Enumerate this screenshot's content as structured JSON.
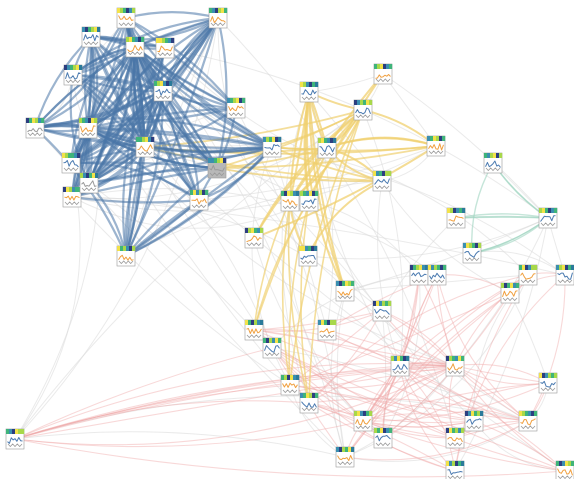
{
  "graph": {
    "palette": {
      "cluster_blue": "#4a76a8",
      "cluster_yellow": "#f0d070",
      "cluster_red": "#f0a8a8",
      "cluster_teal": "#9fd4c0",
      "cluster_grey": "#d8d8d8",
      "glyph_orange": "#f0a040",
      "glyph_blue": "#4a7ab0",
      "glyph_grey": "#9a9a9a",
      "strip": [
        "#2c3e80",
        "#3a8fb0",
        "#3fb47a",
        "#a8d84a",
        "#f2e24a",
        "#2a7a9a"
      ],
      "selected_fill": "#b8b8b8"
    },
    "nodes": [
      {
        "id": "n1",
        "cluster": "blue",
        "series": "orange",
        "strip": [
          4,
          3,
          2,
          0,
          1,
          3
        ]
      },
      {
        "id": "n2",
        "cluster": "blue",
        "series": "orange",
        "strip": [
          2,
          1,
          0,
          3,
          4,
          2
        ]
      },
      {
        "id": "n3",
        "cluster": "blue",
        "series": "blue",
        "strip": [
          1,
          0,
          2,
          3,
          4,
          5
        ]
      },
      {
        "id": "n4",
        "cluster": "blue",
        "series": "orange",
        "strip": [
          3,
          4,
          2,
          1,
          0,
          2
        ]
      },
      {
        "id": "n5",
        "cluster": "blue",
        "series": "blue",
        "strip": [
          0,
          1,
          2,
          3,
          4,
          5
        ]
      },
      {
        "id": "n6",
        "cluster": "blue",
        "series": "orange",
        "strip": [
          4,
          4,
          3,
          2,
          1,
          0
        ]
      },
      {
        "id": "n7",
        "cluster": "blue",
        "series": "blue",
        "strip": [
          2,
          3,
          4,
          1,
          0,
          5
        ]
      },
      {
        "id": "n8",
        "cluster": "blue",
        "series": "orange",
        "strip": [
          1,
          2,
          3,
          4,
          0,
          2
        ]
      },
      {
        "id": "n9",
        "cluster": "blue",
        "series": "grey",
        "strip": [
          0,
          2,
          4,
          3,
          1,
          2
        ]
      },
      {
        "id": "n10",
        "cluster": "blue",
        "series": "orange",
        "strip": [
          3,
          2,
          1,
          0,
          4,
          3
        ]
      },
      {
        "id": "n11",
        "cluster": "blue",
        "series": "blue",
        "strip": [
          4,
          3,
          2,
          2,
          1,
          0
        ]
      },
      {
        "id": "n12",
        "cluster": "blue",
        "series": "orange",
        "strip": [
          2,
          2,
          3,
          4,
          1,
          0
        ]
      },
      {
        "id": "n13",
        "cluster": "blue",
        "series": "blue",
        "strip": [
          1,
          3,
          2,
          4,
          0,
          5
        ]
      },
      {
        "id": "n14",
        "cluster": "blue",
        "series": "orange",
        "strip": [
          0,
          4,
          3,
          1,
          2,
          2
        ]
      },
      {
        "id": "n15",
        "cluster": "blue",
        "series": "grey",
        "strip": [
          3,
          1,
          0,
          2,
          4,
          5
        ]
      },
      {
        "id": "n16",
        "cluster": "blue",
        "series": "orange",
        "strip": [
          2,
          4,
          1,
          3,
          0,
          2
        ]
      },
      {
        "id": "n17",
        "cluster": "blue",
        "series": "orange",
        "strip": [
          4,
          2,
          3,
          1,
          0,
          3
        ]
      },
      {
        "id": "n18",
        "cluster": "blue",
        "series": "grey",
        "strip": [
          1,
          1,
          2,
          3,
          4,
          0
        ],
        "selected": true
      },
      {
        "id": "n19",
        "cluster": "yellow",
        "series": "blue",
        "strip": [
          4,
          3,
          1,
          0,
          2,
          5
        ]
      },
      {
        "id": "n20",
        "cluster": "yellow",
        "series": "orange",
        "strip": [
          2,
          3,
          4,
          0,
          1,
          2
        ]
      },
      {
        "id": "n21",
        "cluster": "yellow",
        "series": "blue",
        "strip": [
          0,
          1,
          3,
          2,
          4,
          3
        ]
      },
      {
        "id": "n22",
        "cluster": "yellow",
        "series": "blue",
        "strip": [
          3,
          4,
          2,
          1,
          0,
          5
        ]
      },
      {
        "id": "n23",
        "cluster": "yellow",
        "series": "orange",
        "strip": [
          1,
          2,
          4,
          3,
          0,
          2
        ]
      },
      {
        "id": "n24",
        "cluster": "yellow",
        "series": "blue",
        "strip": [
          4,
          1,
          2,
          0,
          3,
          3
        ]
      },
      {
        "id": "n25",
        "cluster": "yellow",
        "series": "orange",
        "strip": [
          2,
          0,
          4,
          3,
          1,
          5
        ]
      },
      {
        "id": "n26",
        "cluster": "yellow",
        "series": "blue",
        "strip": [
          3,
          2,
          1,
          4,
          0,
          2
        ]
      },
      {
        "id": "n27",
        "cluster": "yellow",
        "series": "orange",
        "strip": [
          0,
          3,
          4,
          2,
          1,
          3
        ]
      },
      {
        "id": "n28",
        "cluster": "yellow",
        "series": "blue",
        "strip": [
          4,
          4,
          1,
          2,
          0,
          5
        ]
      },
      {
        "id": "n29",
        "cluster": "yellow",
        "series": "orange",
        "strip": [
          1,
          0,
          2,
          4,
          3,
          2
        ]
      },
      {
        "id": "n30",
        "cluster": "teal",
        "series": "blue",
        "strip": [
          2,
          1,
          3,
          4,
          0,
          3
        ]
      },
      {
        "id": "n31",
        "cluster": "teal",
        "series": "orange",
        "strip": [
          4,
          3,
          0,
          1,
          2,
          5
        ]
      },
      {
        "id": "n32",
        "cluster": "teal",
        "series": "blue",
        "strip": [
          3,
          4,
          2,
          0,
          1,
          2
        ]
      },
      {
        "id": "n33",
        "cluster": "teal",
        "series": "blue",
        "strip": [
          1,
          4,
          3,
          2,
          0,
          3
        ]
      },
      {
        "id": "n34",
        "cluster": "red",
        "series": "blue",
        "strip": [
          0,
          2,
          3,
          4,
          1,
          5
        ]
      },
      {
        "id": "n35",
        "cluster": "red",
        "series": "blue",
        "strip": [
          4,
          1,
          3,
          2,
          0,
          2
        ]
      },
      {
        "id": "n36",
        "cluster": "red",
        "series": "orange",
        "strip": [
          2,
          4,
          0,
          1,
          3,
          3
        ]
      },
      {
        "id": "n37",
        "cluster": "red",
        "series": "blue",
        "strip": [
          1,
          3,
          4,
          0,
          2,
          5
        ]
      },
      {
        "id": "n38",
        "cluster": "red",
        "series": "orange",
        "strip": [
          3,
          0,
          2,
          4,
          1,
          2
        ]
      },
      {
        "id": "n39",
        "cluster": "red",
        "series": "blue",
        "strip": [
          0,
          4,
          1,
          3,
          2,
          3
        ]
      },
      {
        "id": "n40",
        "cluster": "red",
        "series": "orange",
        "strip": [
          4,
          2,
          0,
          3,
          1,
          5
        ]
      },
      {
        "id": "n41",
        "cluster": "red",
        "series": "blue",
        "strip": [
          2,
          0,
          3,
          1,
          4,
          2
        ]
      },
      {
        "id": "n42",
        "cluster": "red",
        "series": "orange",
        "strip": [
          1,
          4,
          2,
          0,
          3,
          3
        ]
      },
      {
        "id": "n43",
        "cluster": "red",
        "series": "blue",
        "strip": [
          3,
          1,
          4,
          2,
          0,
          5
        ]
      },
      {
        "id": "n44",
        "cluster": "red",
        "series": "orange",
        "strip": [
          0,
          3,
          2,
          1,
          4,
          2
        ]
      },
      {
        "id": "n45",
        "cluster": "red",
        "series": "blue",
        "strip": [
          4,
          0,
          1,
          3,
          2,
          3
        ]
      },
      {
        "id": "n46",
        "cluster": "red",
        "series": "orange",
        "strip": [
          2,
          3,
          0,
          4,
          1,
          5
        ]
      },
      {
        "id": "n47",
        "cluster": "red",
        "series": "blue",
        "strip": [
          1,
          2,
          4,
          3,
          0,
          2
        ]
      },
      {
        "id": "n48",
        "cluster": "red",
        "series": "orange",
        "strip": [
          3,
          4,
          1,
          0,
          2,
          3
        ]
      },
      {
        "id": "n49",
        "cluster": "red",
        "series": "blue",
        "strip": [
          0,
          1,
          4,
          2,
          3,
          5
        ]
      },
      {
        "id": "n50",
        "cluster": "red",
        "series": "orange",
        "strip": [
          4,
          3,
          2,
          1,
          0,
          2
        ]
      },
      {
        "id": "n51",
        "cluster": "red",
        "series": "blue",
        "strip": [
          2,
          1,
          0,
          4,
          3,
          3
        ]
      },
      {
        "id": "n52",
        "cluster": "red",
        "series": "orange",
        "strip": [
          1,
          0,
          3,
          2,
          4,
          5
        ]
      },
      {
        "id": "n53",
        "cluster": "red",
        "series": "blue",
        "strip": [
          3,
          2,
          4,
          0,
          1,
          2
        ]
      },
      {
        "id": "n54",
        "cluster": "red",
        "series": "orange",
        "strip": [
          0,
          4,
          2,
          3,
          1,
          3
        ]
      },
      {
        "id": "n55",
        "cluster": "red",
        "series": "blue",
        "strip": [
          4,
          1,
          3,
          0,
          2,
          5
        ]
      },
      {
        "id": "n56",
        "cluster": "red",
        "series": "orange",
        "strip": [
          2,
          0,
          1,
          4,
          3,
          2
        ]
      }
    ]
  }
}
